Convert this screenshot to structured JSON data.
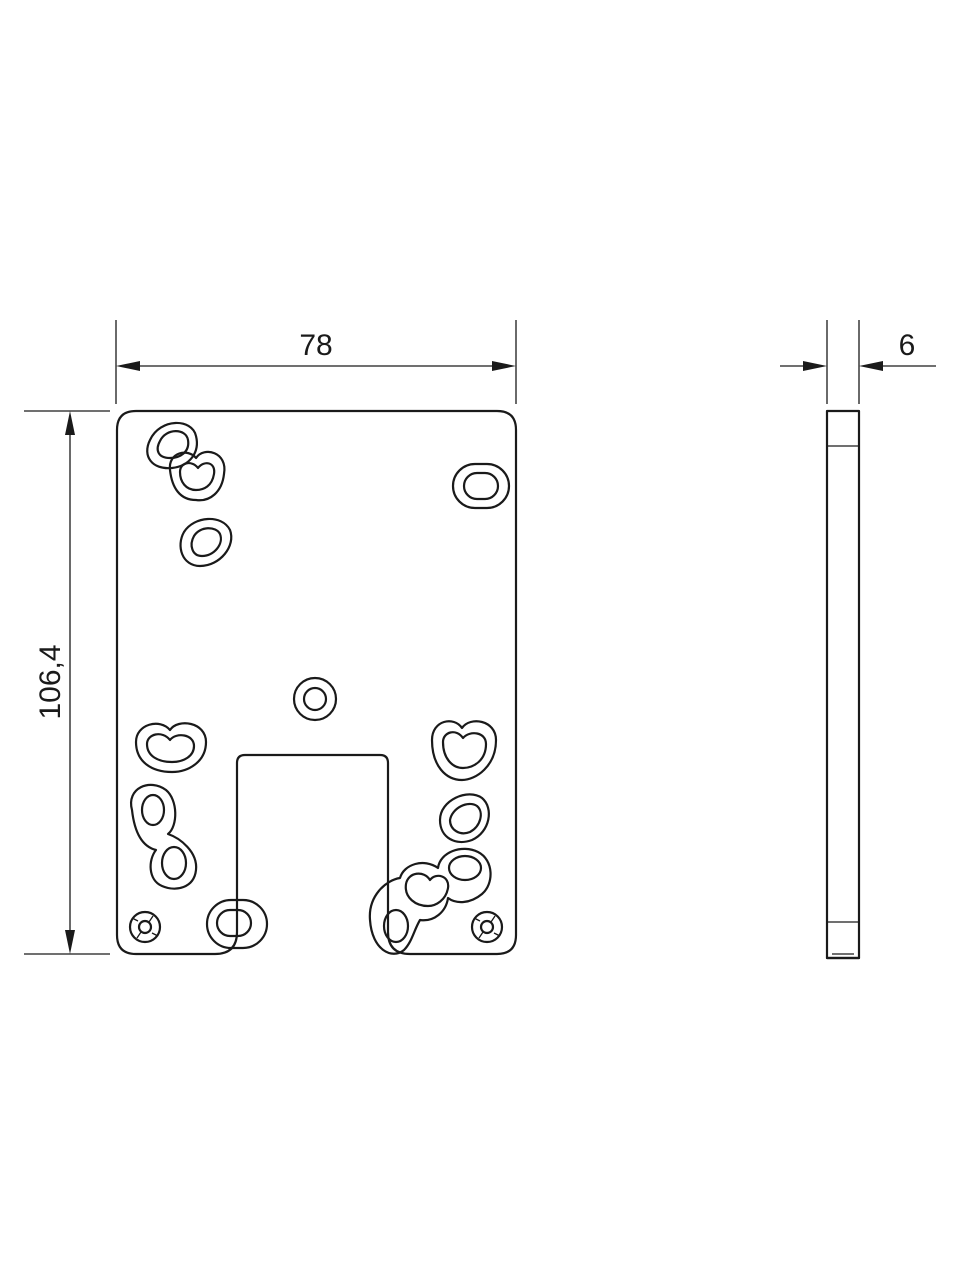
{
  "drawing": {
    "front_view": {
      "width_dimension": "78",
      "height_dimension": "106,4"
    },
    "side_view": {
      "thickness_dimension": "6"
    },
    "colors": {
      "line": "#1a1a1a",
      "background": "#ffffff"
    }
  }
}
